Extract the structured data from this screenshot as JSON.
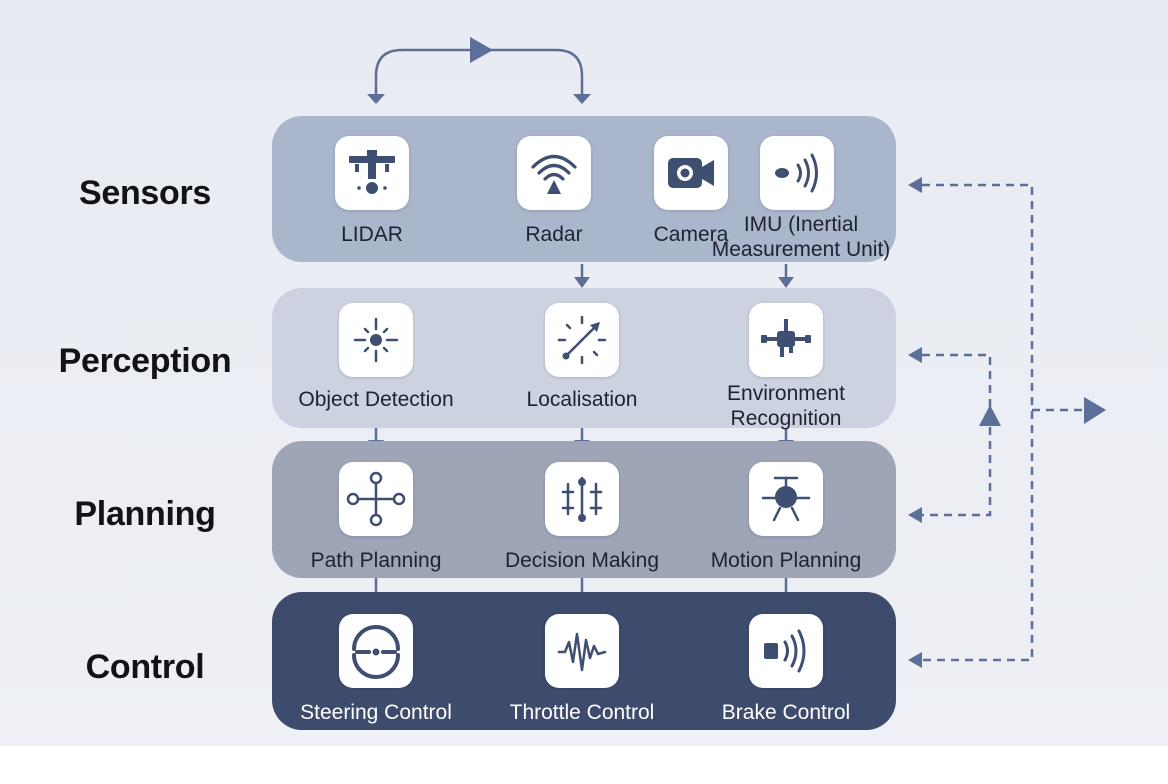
{
  "layers": [
    {
      "label": "Sensors",
      "nodes": [
        {
          "label": "LIDAR",
          "icon": "lidar-icon"
        },
        {
          "label": "Radar",
          "icon": "radar-icon"
        },
        {
          "label": "Camera",
          "icon": "camera-icon"
        },
        {
          "label": "IMU (Inertial Measurement Unit)",
          "icon": "imu-signal-icon"
        }
      ]
    },
    {
      "label": "Perception",
      "nodes": [
        {
          "label": "Object Detection",
          "icon": "crosshair-icon"
        },
        {
          "label": "Localisation",
          "icon": "localisation-icon"
        },
        {
          "label": "Environment Recognition",
          "icon": "drone-icon"
        }
      ]
    },
    {
      "label": "Planning",
      "nodes": [
        {
          "label": "Path Planning",
          "icon": "path-nodes-icon"
        },
        {
          "label": "Decision Making",
          "icon": "sliders-icon"
        },
        {
          "label": "Motion Planning",
          "icon": "motion-vehicle-icon"
        }
      ]
    },
    {
      "label": "Control",
      "nodes": [
        {
          "label": "Steering Control",
          "icon": "steering-wheel-icon"
        },
        {
          "label": "Throttle Control",
          "icon": "waveform-icon"
        },
        {
          "label": "Brake Control",
          "icon": "brake-signal-icon"
        }
      ]
    }
  ],
  "colors": {
    "accent": "#5b6f98",
    "sensors_panel": "#a9b6cb",
    "perception_panel": "#ccd2df",
    "planning_panel": "#9da5b6",
    "control_panel": "#3d4b6c",
    "icon_dark": "#3f4f72"
  }
}
